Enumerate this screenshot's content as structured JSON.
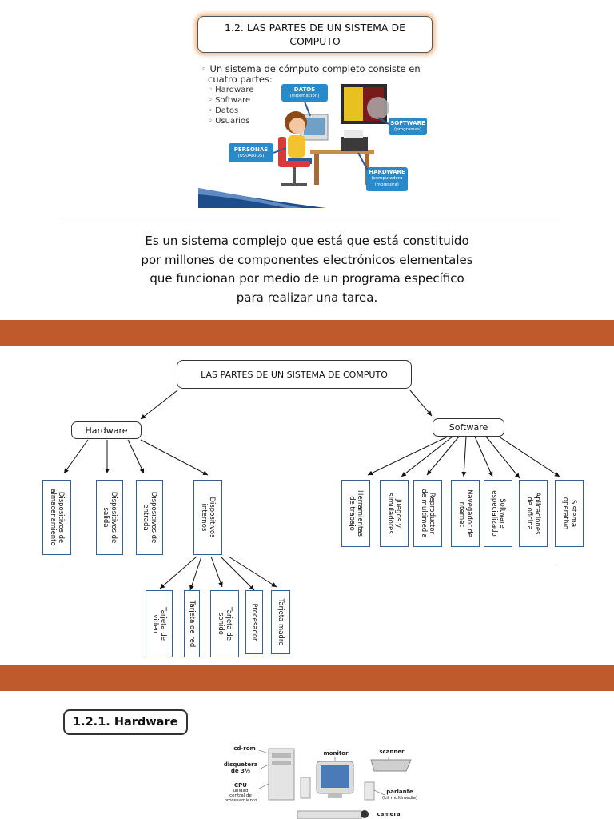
{
  "slide1": {
    "title_line1": "1.2.  LAS PARTES DE UN SISTEMA DE",
    "title_line2": "COMPUTO",
    "intro_line1": "◦ Un sistema de cómputo completo consiste en",
    "intro_line2": "  cuatro partes:",
    "parts": [
      "Hardware",
      "Software",
      "Datos",
      "Usuarios"
    ],
    "labels": {
      "datos": "DATOS",
      "datos_sub": "(información)",
      "software": "SOFTWARE",
      "software_sub": "(programas)",
      "personas": "PERSONAS",
      "personas_sub": "(USUARIOS)",
      "hardware": "HARDWARE",
      "hardware_sub1": "(computadora",
      "hardware_sub2": "impresora)"
    },
    "paragraph_lines": [
      "Es un sistema complejo que está que está constituido",
      "por millones de componentes electrónicos elementales",
      "que funcionan por medio de un programa específico",
      "para realizar una tarea."
    ]
  },
  "diagram": {
    "root": "LAS PARTES DE UN SISTEMA DE COMPUTO",
    "hardware": "Hardware",
    "software": "Software",
    "hw_children": [
      [
        "Dispositivos de",
        "almacenamiento"
      ],
      [
        "Dispositivos de",
        "salida"
      ],
      [
        "Dispositivos de",
        "entrada"
      ],
      [
        "Dispositivos",
        "internos"
      ]
    ],
    "internal_children": [
      [
        "Tarjeta de",
        "video"
      ],
      [
        "Tarjeta de red"
      ],
      [
        "Tarjeta de",
        "sonido"
      ],
      [
        "Procesador"
      ],
      [
        "Tarjeta madre"
      ]
    ],
    "sw_children": [
      [
        "Herramientas",
        "de trabajo"
      ],
      [
        "Juegos y",
        "simuladores"
      ],
      [
        "Reproductor",
        "de multimedia"
      ],
      [
        "Navegador de",
        "Internet"
      ],
      [
        "Software",
        "especializado"
      ],
      [
        "Aplicaciones",
        "de oficina"
      ],
      [
        "Sistema",
        "operativo"
      ]
    ]
  },
  "slide3": {
    "title": "1.2.1.   Hardware",
    "labels": {
      "cdrom": "cd-rom",
      "disquetera": "disquetera",
      "disquetera2": "de 3½",
      "monitor": "monitor",
      "scanner": "scanner",
      "cpu": "CPU",
      "cpu_sub1": "unidad",
      "cpu_sub2": "central de",
      "cpu_sub3": "procesamiento",
      "parlante": "parlante",
      "parlante_sub": "(kit multimedia)",
      "camera": "camera"
    }
  },
  "colors": {
    "band": "#be5a2c",
    "title_glow": "#f0b888",
    "box_border": "#3a5f8f"
  }
}
